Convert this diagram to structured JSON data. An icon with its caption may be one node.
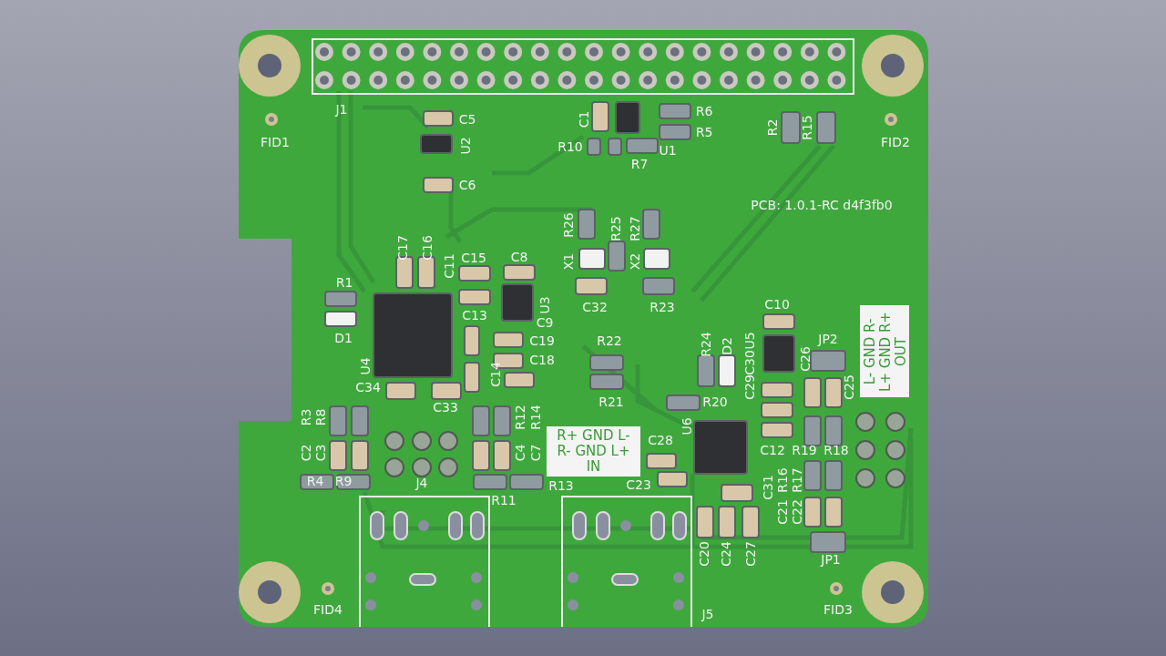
{
  "diagram": {
    "nodes": [
      {
        "text": [
          "R+ GND L-",
          "R- GND L+",
          "IN"
        ]
      },
      {
        "text": [
          "L- GND R-",
          "L+ GND R+",
          "OUT"
        ]
      }
    ],
    "labels": [
      "J1",
      "C5",
      "C1",
      "R6",
      "R5",
      "R2",
      "R15",
      "FID1",
      "U2",
      "R10",
      "U1",
      "FID2",
      "R7",
      "C6",
      "PCB: 1.0.1-RC d4f3fb0",
      "R26",
      "R25",
      "R27",
      "C17",
      "C16",
      "C11",
      "C15",
      "C8",
      "X1",
      "X2",
      "R1",
      "C13",
      "U3",
      "C9",
      "C32",
      "R23",
      "C10",
      "D1",
      "C19",
      "R22",
      "R24",
      "D2",
      "U5",
      "JP2",
      "U4",
      "C14",
      "C18",
      "C30",
      "C26",
      "C34",
      "C33",
      "R21",
      "R20",
      "C29",
      "C25",
      "R3",
      "R8",
      "R12",
      "R14",
      "C28",
      "U6",
      "C12",
      "R19",
      "R18",
      "C2",
      "C3",
      "C4",
      "C7",
      "R4",
      "R9",
      "J4",
      "R13",
      "C23",
      "C31",
      "R16",
      "R17",
      "R11",
      "C21",
      "C22",
      "C20",
      "C24",
      "C27",
      "JP1",
      "FID4",
      "J5",
      "FID3"
    ]
  }
}
